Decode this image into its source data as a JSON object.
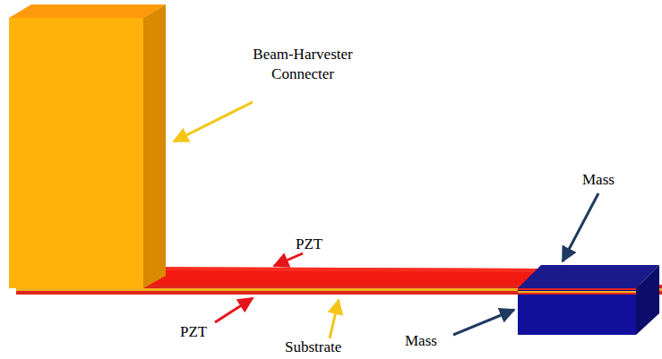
{
  "diagram": {
    "labels": [
      "Beam-Harvester Connecter",
      "PZT",
      "PZT",
      "Substrate",
      "Mass",
      "Mass"
    ]
  }
}
